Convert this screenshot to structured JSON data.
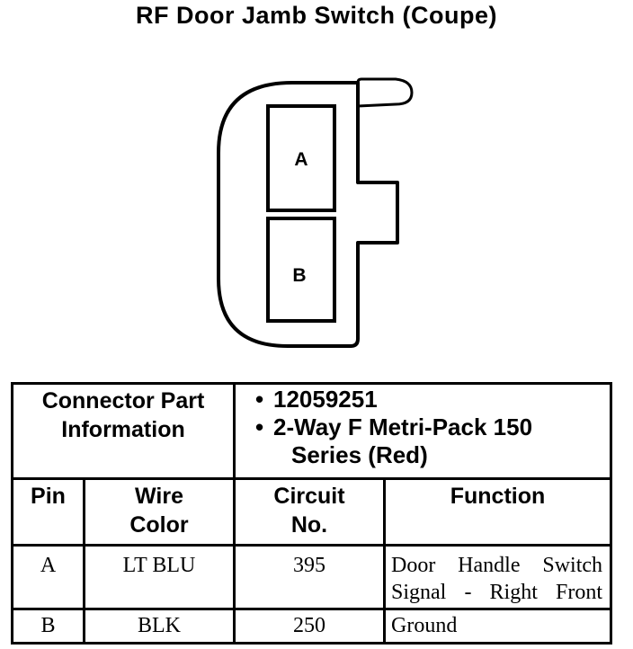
{
  "title": "RF Door Jamb Switch (Coupe)",
  "connector": {
    "cavities": [
      "A",
      "B"
    ]
  },
  "part_info": {
    "label_line1": "Connector Part",
    "label_line2": "Information",
    "items": [
      "12059251",
      "2-Way F Metri-Pack 150",
      "Series (Red)"
    ]
  },
  "table": {
    "headers": {
      "pin": "Pin",
      "wire_line1": "Wire",
      "wire_line2": "Color",
      "circuit_line1": "Circuit",
      "circuit_line2": "No.",
      "function": "Function"
    },
    "rows": [
      {
        "pin": "A",
        "wire": "LT BLU",
        "circuit": "395",
        "function_line1": "Door Handle Switch",
        "function_line2": "Signal - Right Front"
      },
      {
        "pin": "B",
        "wire": "BLK",
        "circuit": "250",
        "function_line1": "Ground",
        "function_line2": ""
      }
    ]
  }
}
